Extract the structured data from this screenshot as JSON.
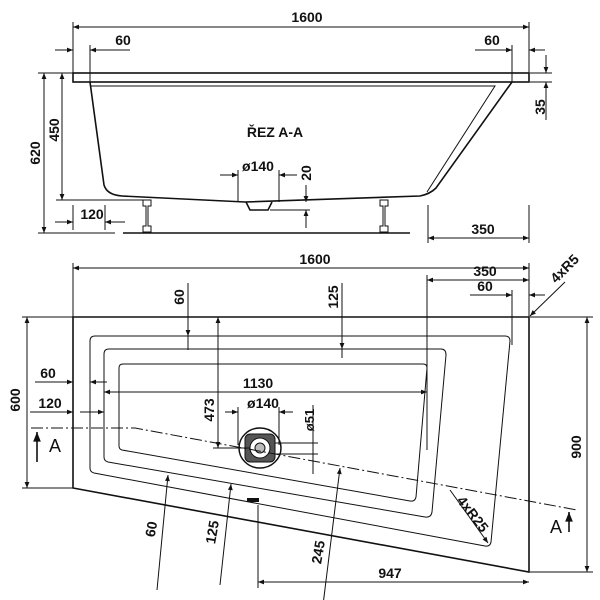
{
  "section": {
    "title": "ŘEZ A-A",
    "length": "1600",
    "rim_left": "60",
    "rim_right": "60",
    "rim_thickness": "35",
    "total_height": "620",
    "depth": "450",
    "drain_diameter": "ø140",
    "drain_depth": "20",
    "foot_offset": "120",
    "slope_width": "350"
  },
  "plan": {
    "length": "1600",
    "corner_width": "350",
    "rim_right": "60",
    "corner_radius": "4xR5",
    "width_left": "600",
    "width_right": "900",
    "rim_left": "60",
    "step_left": "120",
    "inner_length": "1130",
    "drain_offset": "473",
    "drain_diameter": "ø140",
    "overflow_diameter": "ø51",
    "rim_top": "60",
    "step_top": "125",
    "rim_bottom": "60",
    "step_bottom": "125",
    "inner_bottom": "245",
    "drain_to_end": "947",
    "inner_radius": "4xR25",
    "section_mark": "A"
  },
  "colors": {
    "ink": "#111111",
    "background": "#ffffff"
  }
}
